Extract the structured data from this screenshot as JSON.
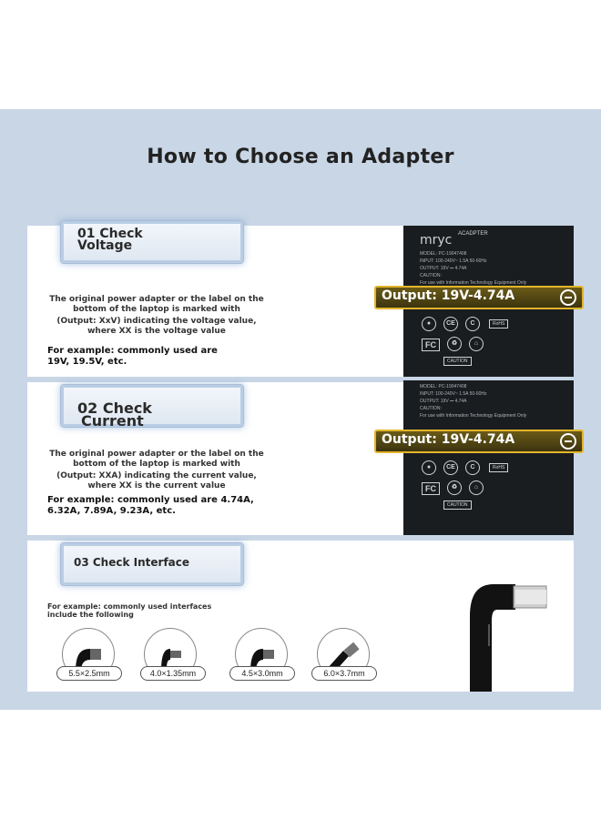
{
  "title": "How to Choose an Adapter",
  "sections": [
    {
      "heading_num": "01 Check",
      "heading_word": "Voltage",
      "body": "The original power adapter or the label on the bottom of the laptop is marked with",
      "body2": "(Output: XxV) indicating the voltage value, where XX is the voltage value",
      "example": "For example: commonly used are 19V, 19.5V, etc.",
      "output": "Output: 19V-4.74A"
    },
    {
      "heading_num": "02 Check",
      "heading_word": "Current",
      "body": "The original power adapter or the label on the bottom of the laptop is marked with",
      "body2": "(Output: XXA) indicating the current value, where XX is the current value",
      "example": "For example: commonly used are 4.74A, 6.32A, 7.89A, 9.23A, etc.",
      "output": "Output: 19V-4.74A"
    },
    {
      "heading": "03 Check Interface",
      "example": "For example: commonly used interfaces include the following",
      "connectors": [
        "5.5×2.5mm",
        "4.0×1.35mm",
        "4.5×3.0mm",
        "6.0×3.7mm"
      ]
    }
  ],
  "label": {
    "brand": "mryc",
    "adapter": "ACADPTER",
    "model_line": "MODEL: PC-19047408",
    "input_line": "INPUT: 100-240V~ 1.5A 50-60Hz",
    "output_line": "OUTPUT: 19V ⎓ 4.74A",
    "caution_line": "CAUTION:",
    "info_line": "For use with Information Technology Equipment Only",
    "ce": "CE",
    "rohs": "RoHS",
    "fc": "FC",
    "caution_box": "CAUTION"
  },
  "colors": {
    "frame": "#c9d6e6",
    "label_bg": "#1a1d20",
    "band_border": "#e2b52b"
  }
}
